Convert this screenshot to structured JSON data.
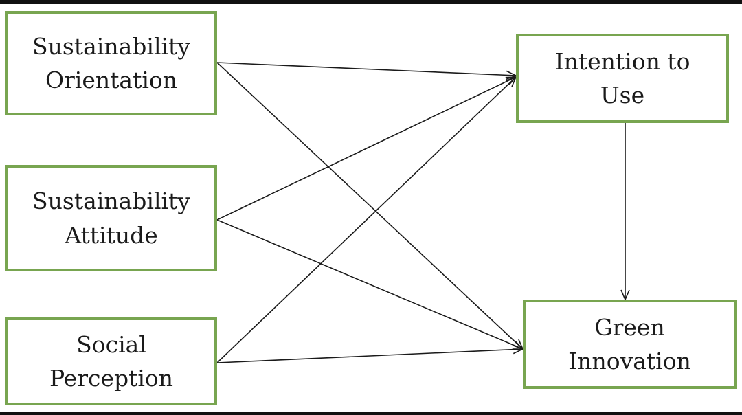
{
  "diagram": {
    "nodes": [
      {
        "id": "so",
        "lines": [
          "Sustainability",
          "Orientation"
        ]
      },
      {
        "id": "sa",
        "lines": [
          "Sustainability",
          "Attitude"
        ]
      },
      {
        "id": "sp",
        "lines": [
          "Social",
          "Perception"
        ]
      },
      {
        "id": "iu",
        "lines": [
          "Intention to",
          "Use"
        ]
      },
      {
        "id": "gi",
        "lines": [
          "Green",
          "Innovation"
        ]
      }
    ],
    "edges": [
      {
        "from": "so",
        "to": "iu"
      },
      {
        "from": "so",
        "to": "gi"
      },
      {
        "from": "sa",
        "to": "iu"
      },
      {
        "from": "sa",
        "to": "gi"
      },
      {
        "from": "sp",
        "to": "iu"
      },
      {
        "from": "sp",
        "to": "gi"
      },
      {
        "from": "iu",
        "to": "gi"
      }
    ],
    "colors": {
      "box_border": "#78a550",
      "arrow": "#1a1a1a",
      "text": "#1a1a1a",
      "frame": "#111111"
    }
  }
}
